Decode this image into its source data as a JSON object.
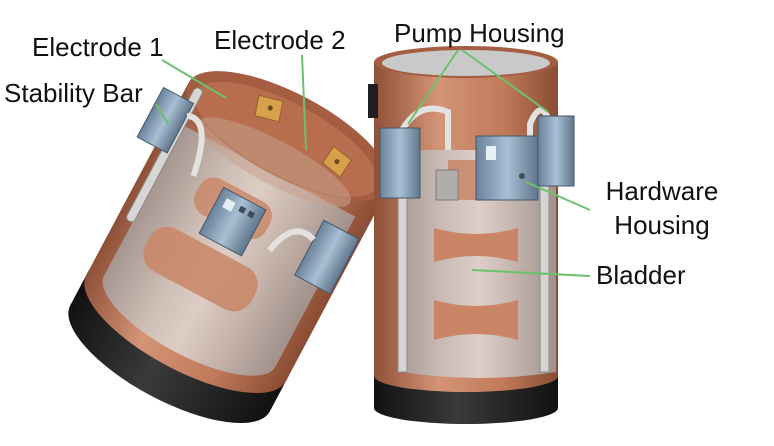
{
  "labels": {
    "electrode_1": "Electrode 1",
    "electrode_2": "Electrode 2",
    "stability_bar": "Stability Bar",
    "pump_housing": "Pump Housing",
    "hardware_housing_line1": "Hardware",
    "hardware_housing_line2": "Housing",
    "bladder": "Bladder"
  },
  "colors": {
    "body_copper": "#c98565",
    "body_copper_dark": "#9c5a3f",
    "inner_grey": "#b9b6b4",
    "inner_grey_light": "#dcdad8",
    "housing_blue": "#7f98b3",
    "housing_blue_light": "#aec3d8",
    "electrode_gold": "#d9a04c",
    "band_black": "#1f1f1f",
    "leader_green": "#6bc26b"
  }
}
